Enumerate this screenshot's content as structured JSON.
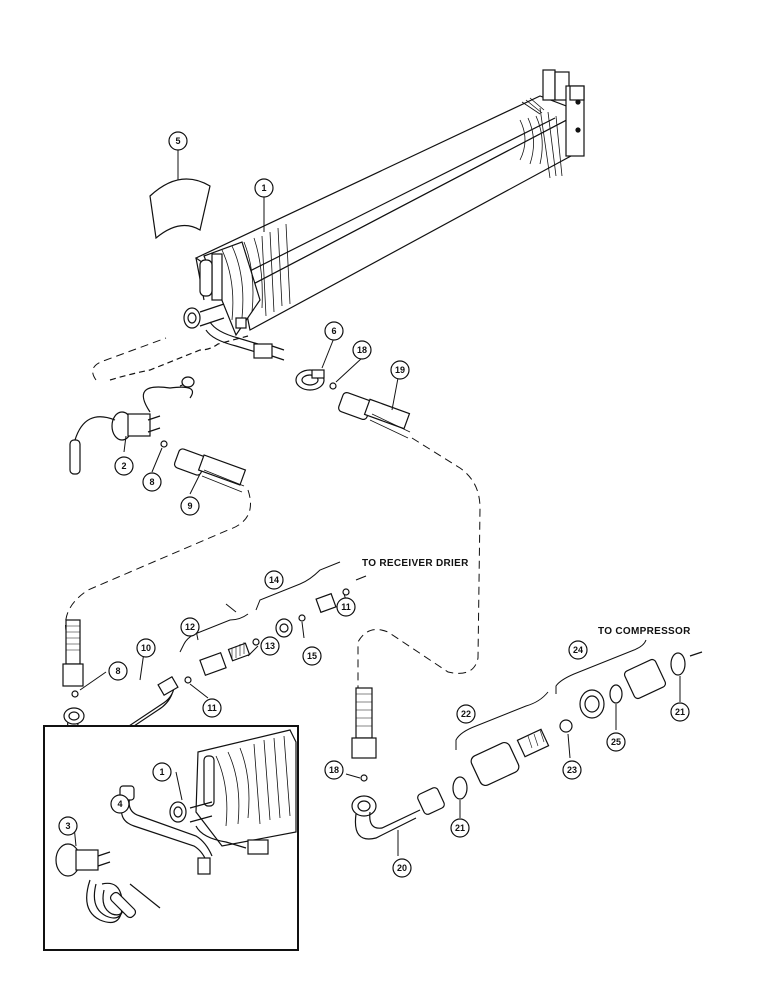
{
  "labels": {
    "to_receiver_drier": "TO RECEIVER DRIER",
    "to_compressor": "TO COMPRESSOR"
  },
  "callouts": {
    "c1_evaporator": "1",
    "c5_insulation": "5",
    "c6_clamp": "6",
    "c18_top": "18",
    "c19": "19",
    "c2_valve": "2",
    "c8_top": "8",
    "c9": "9",
    "c14": "14",
    "c12": "12",
    "c11_top": "11",
    "c13": "13",
    "c15": "15",
    "c8_bottom": "8",
    "c10": "10",
    "c11_bottom": "11",
    "c24": "24",
    "c21_right": "21",
    "c22": "22",
    "c25": "25",
    "c23": "23",
    "c18_bottom": "18",
    "c21_bottom": "21",
    "c20": "20",
    "c1_inset": "1",
    "c4_inset": "4",
    "c3_inset": "3"
  },
  "colors": {
    "ink": "#111111",
    "paper": "#ffffff"
  }
}
